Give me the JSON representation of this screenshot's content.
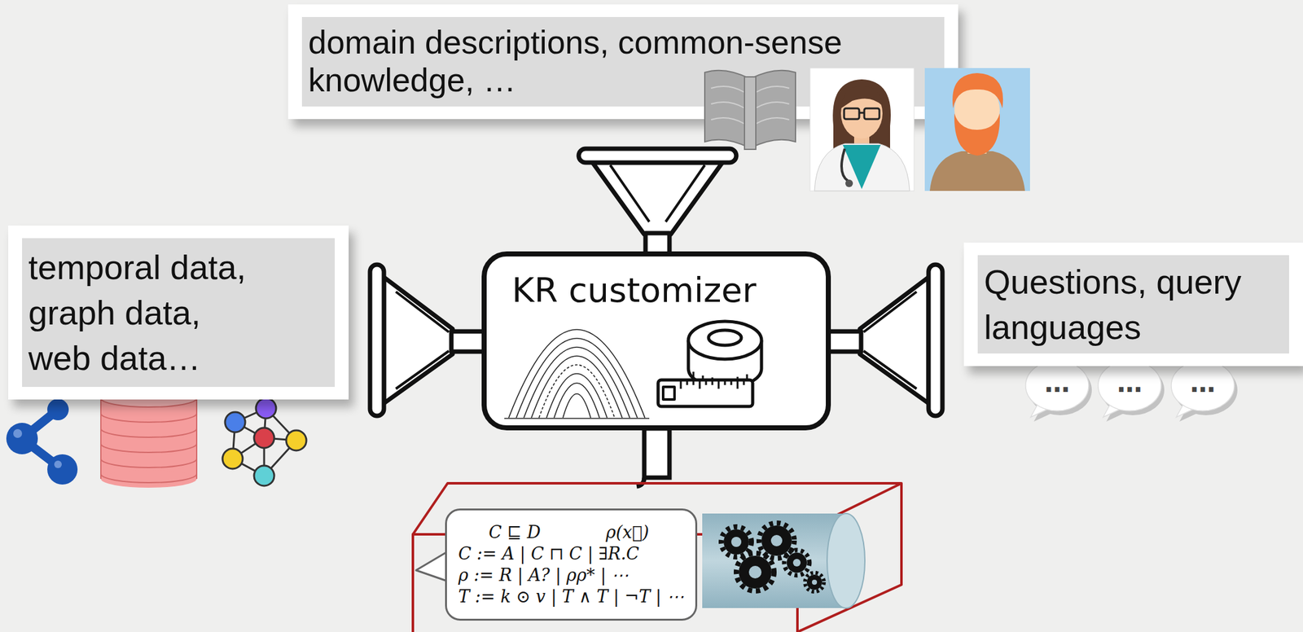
{
  "diagram": {
    "nodes": [
      {
        "text": [
          "domain descriptions, common-sense knowledge, …"
        ]
      },
      {
        "text": [
          "temporal data, graph data, web data…"
        ]
      },
      {
        "text": [
          "KR customizer"
        ]
      },
      {
        "text": [
          "Questions, query languages"
        ]
      },
      {
        "text": [
          "C ⊑ D",
          "ρ(x⃗)",
          "C := A | C ⊓ C | ∃R.C",
          "ρ := R | A? | ρρ* | ⋯",
          "T := k ⊙ v | T ∧ T | ¬T | ⋯"
        ]
      }
    ],
    "labels": [
      "…",
      "…",
      "…"
    ]
  }
}
